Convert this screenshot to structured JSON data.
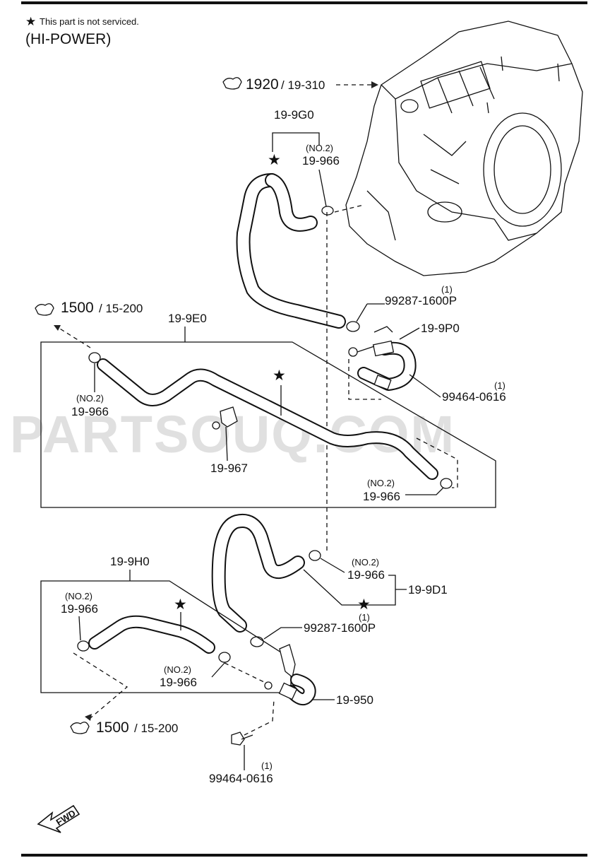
{
  "note": {
    "star": "★",
    "text": "This part is not serviced."
  },
  "variant": "(HI-POWER)",
  "watermark": "PARTSOUQ.COM",
  "refs": [
    {
      "id": "ref-1920",
      "main": "1920",
      "sub": "/ 19-310"
    },
    {
      "id": "ref-1500-top",
      "main": "1500",
      "sub": "/ 15-200"
    },
    {
      "id": "ref-1500-bottom",
      "main": "1500",
      "sub": "/ 15-200"
    }
  ],
  "labels": {
    "p_19_9g0": "19-9G0",
    "no2_a": "(NO.2)",
    "p_19_966_a": "19-966",
    "qty_a": "(1)",
    "p_99287_a": "99287-1600P",
    "p_19_9e0": "19-9E0",
    "p_19_9p0": "19-9P0",
    "qty_b": "(1)",
    "p_99464_a": "99464-0616",
    "no2_b": "(NO.2)",
    "p_19_966_b": "19-966",
    "p_19_967": "19-967",
    "no2_c": "(NO.2)",
    "p_19_966_c": "19-966",
    "no2_d": "(NO.2)",
    "p_19_966_d": "19-966",
    "p_19_9d1": "19-9D1",
    "qty_c": "(1)",
    "p_99287_b": "99287-1600P",
    "p_19_9h0": "19-9H0",
    "no2_e": "(NO.2)",
    "p_19_966_e": "19-966",
    "no2_f": "(NO.2)",
    "p_19_966_f": "19-966",
    "p_19_950": "19-950",
    "qty_d": "(1)",
    "p_99464_b": "99464-0616",
    "fwd": "FWD"
  },
  "stars": [
    "★",
    "★",
    "★",
    "★",
    "★"
  ]
}
